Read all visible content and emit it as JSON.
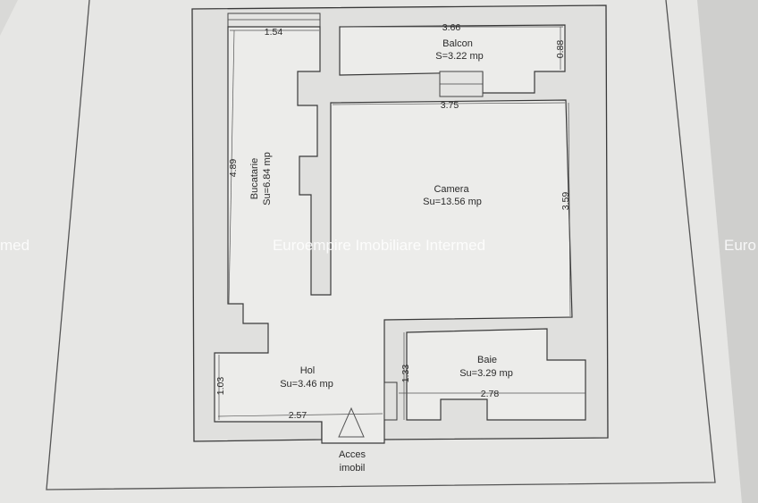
{
  "plan": {
    "rooms": {
      "balcon": {
        "name": "Balcon",
        "area": "S=3.22 mp"
      },
      "camera": {
        "name": "Camera",
        "area": "Su=13.56 mp"
      },
      "bucatarie": {
        "name": "Bucatarie",
        "area": "Su=6.84 mp"
      },
      "hol": {
        "name": "Hol",
        "area": "Su=3.46 mp"
      },
      "baie": {
        "name": "Baie",
        "area": "Su=3.29 mp"
      }
    },
    "dimensions": {
      "kitchen_width": "1.54",
      "balcon_width": "3.66",
      "balcon_depth": "0.88",
      "camera_width": "3.75",
      "camera_depth": "3.59",
      "kitchen_length": "4.89",
      "hol_depth": "1.03",
      "hol_width": "2.57",
      "baie_depth": "1.33",
      "baie_width": "2.78"
    },
    "entrance": {
      "line1": "Acces",
      "line2": "imobil"
    }
  },
  "watermark": {
    "main": "Euroempire Imobiliare Intermed",
    "left_fragment": "med",
    "right_fragment": "Euro"
  }
}
